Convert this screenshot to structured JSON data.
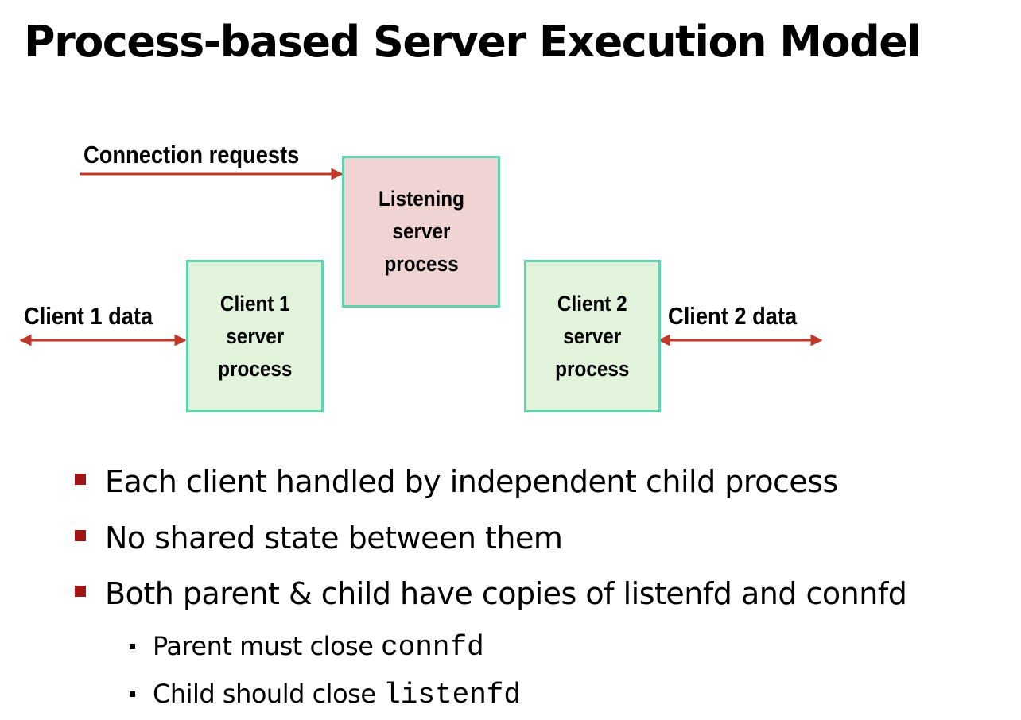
{
  "title": "Process-based Server Execution Model",
  "diagram": {
    "nodes": {
      "listening": "Listening\nserver\nprocess",
      "client1": "Client 1\nserver\nprocess",
      "client2": "Client 2\nserver\nprocess"
    },
    "edges": {
      "connection_requests": "Connection requests",
      "client1_data": "Client 1 data",
      "client2_data": "Client 2 data"
    },
    "colors": {
      "node_border": "#5fd3ad",
      "client_fill": "#e2f3dc",
      "listening_fill": "#f0d3d3",
      "arrow": "#c0392b"
    }
  },
  "bullets": [
    {
      "text": "Each client handled by independent child process"
    },
    {
      "text": "No shared state between them"
    },
    {
      "text": "Both parent & child have copies of listenfd and connfd"
    }
  ],
  "sub_bullets": [
    {
      "text": "Parent must close ",
      "code": "connfd"
    },
    {
      "text": "Child should close ",
      "code": "listenfd"
    }
  ]
}
